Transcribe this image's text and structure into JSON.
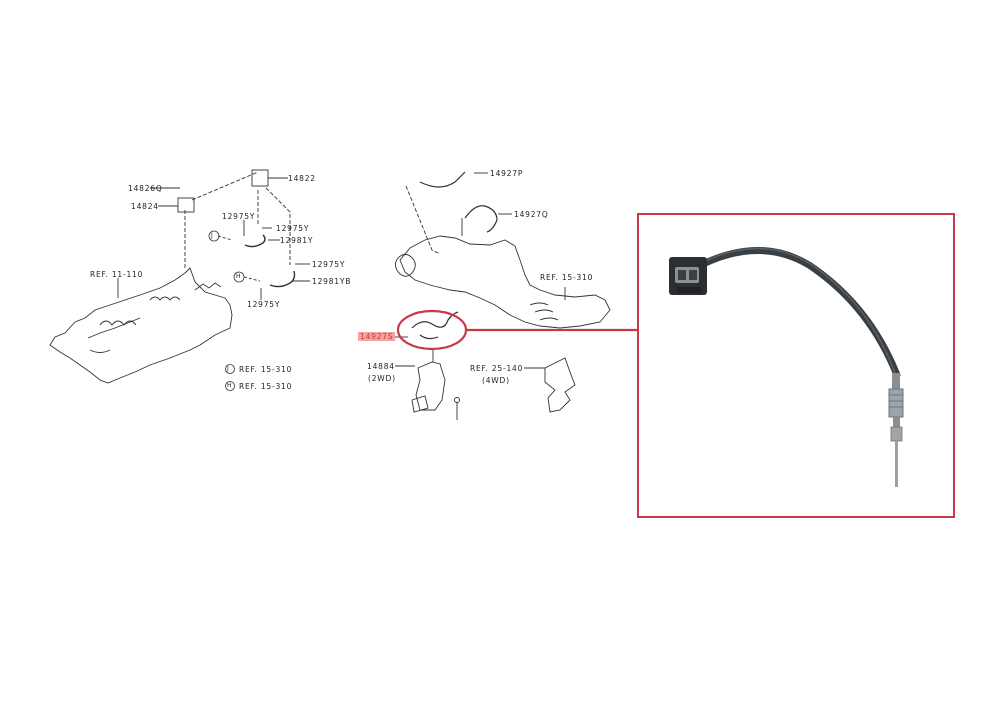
{
  "diagram": {
    "left_group": {
      "parts": [
        {
          "id": "14822",
          "label": "14822"
        },
        {
          "id": "14826Q",
          "label": "14826Q"
        },
        {
          "id": "14824",
          "label": "14824"
        },
        {
          "id": "12975Y_a",
          "label": "12975Y"
        },
        {
          "id": "12975Y_b",
          "label": "12975Y"
        },
        {
          "id": "12981Y",
          "label": "12981Y"
        },
        {
          "id": "12975Y_c",
          "label": "12975Y"
        },
        {
          "id": "12981YB",
          "label": "12981YB"
        },
        {
          "id": "12975Y_d",
          "label": "12975Y"
        }
      ],
      "ref_engine": "REF. 11-110",
      "callouts": [
        {
          "letter": "J",
          "ref": "REF. 15-310"
        },
        {
          "letter": "H",
          "ref": "REF. 15-310"
        }
      ]
    },
    "right_group": {
      "parts": [
        {
          "id": "14927P",
          "label": "14927P"
        },
        {
          "id": "14927Q",
          "label": "14927Q"
        },
        {
          "id": "14927S",
          "label": "14927S",
          "highlighted": true
        },
        {
          "id": "14884",
          "label": "14884",
          "note": "(2WD)"
        }
      ],
      "ref_exhaust": "REF. 15-310",
      "ref_bracket": {
        "label": "REF. 25-140",
        "note": "(4WD)"
      }
    },
    "photo_panel": {
      "subject": "exhaust-gas-temperature-sensor",
      "highlight_color": "#c73a45"
    }
  },
  "colors": {
    "highlight_red": "#c73a45",
    "highlight_label_bg": "#f3a3a3",
    "line_art": "#333333"
  }
}
